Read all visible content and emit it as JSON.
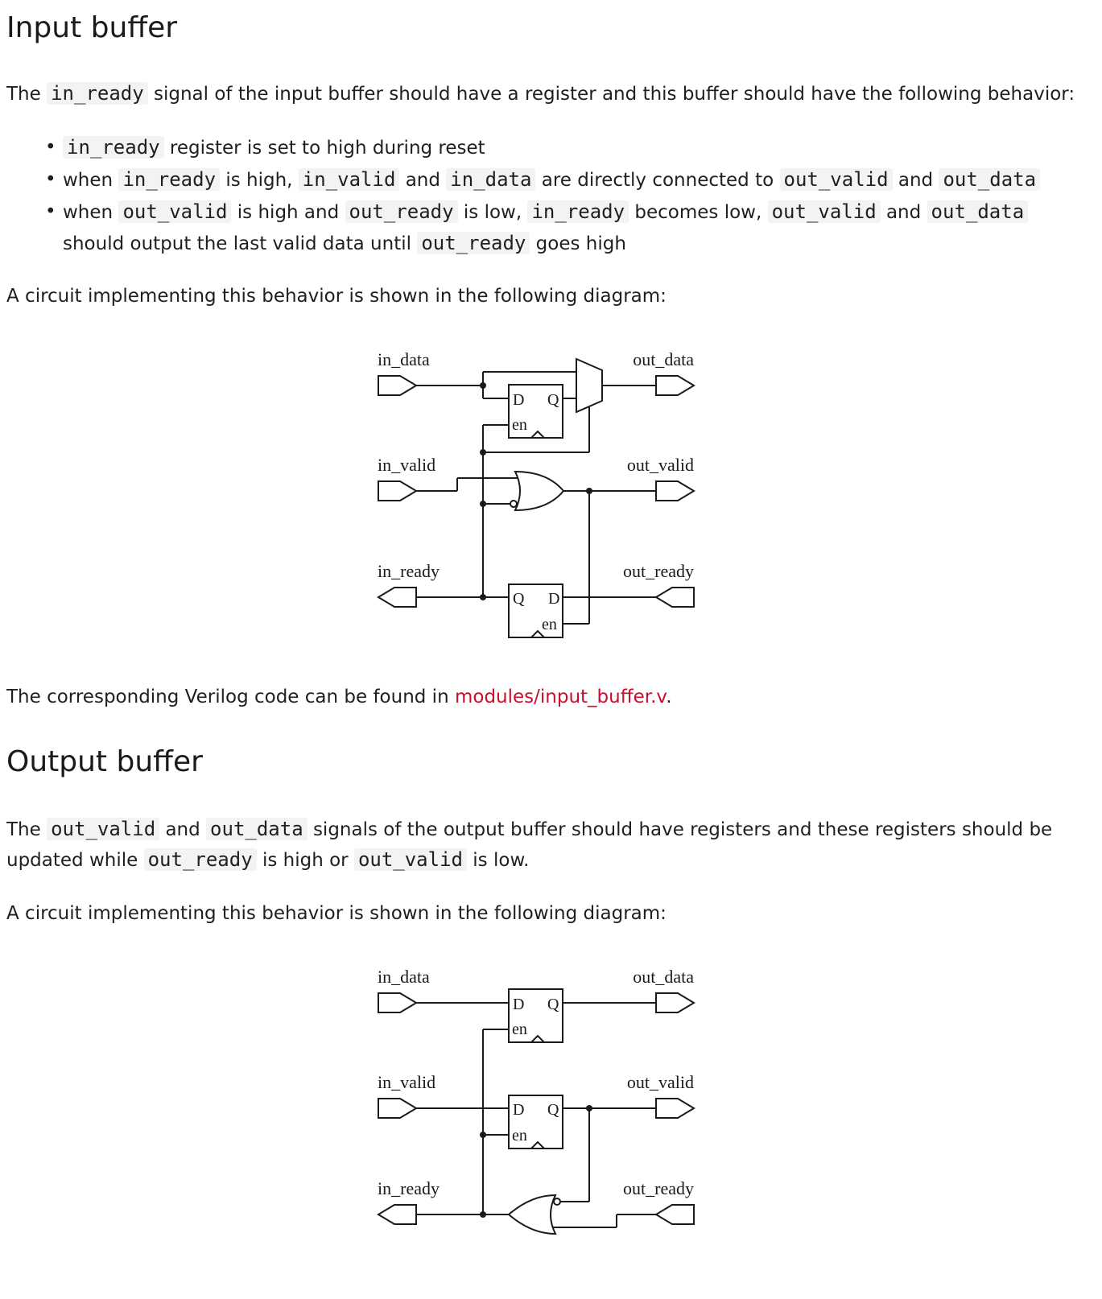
{
  "section1": {
    "title": "Input buffer",
    "intro": [
      "The ",
      "in_ready",
      " signal of the input buffer should have a register and this buffer should have the following behavior:"
    ],
    "bullets": [
      [
        "in_ready",
        " register is set to high during reset"
      ],
      [
        "when ",
        "in_ready",
        " is high, ",
        "in_valid",
        " and ",
        "in_data",
        " are directly connected to ",
        "out_valid",
        " and ",
        "out_data"
      ],
      [
        "when ",
        "out_valid",
        " is high and ",
        "out_ready",
        " is low, ",
        "in_ready",
        " becomes low, ",
        "out_valid",
        " and ",
        "out_data"
      ],
      [
        "should output the last valid data until ",
        "out_ready",
        " goes high"
      ]
    ],
    "diagram_caption": "A circuit implementing this behavior is shown in the following diagram:",
    "verilog_prefix": "The corresponding Verilog code can be found in ",
    "verilog_link": "modules/input_buffer.v",
    "verilog_suffix": "."
  },
  "section2": {
    "title": "Output buffer",
    "intro_line1": [
      "The ",
      "out_valid",
      " and ",
      "out_data",
      " signals of the output buffer should have registers and these registers should be"
    ],
    "intro_line2": [
      "updated while ",
      "out_ready",
      " is high or ",
      "out_valid",
      " is low."
    ],
    "diagram_caption": "A circuit implementing this behavior is shown in the following diagram:"
  },
  "diagram_labels": {
    "in_data": "in_data",
    "in_valid": "in_valid",
    "in_ready": "in_ready",
    "out_data": "out_data",
    "out_valid": "out_valid",
    "out_ready": "out_ready",
    "D": "D",
    "Q": "Q",
    "en": "en"
  }
}
